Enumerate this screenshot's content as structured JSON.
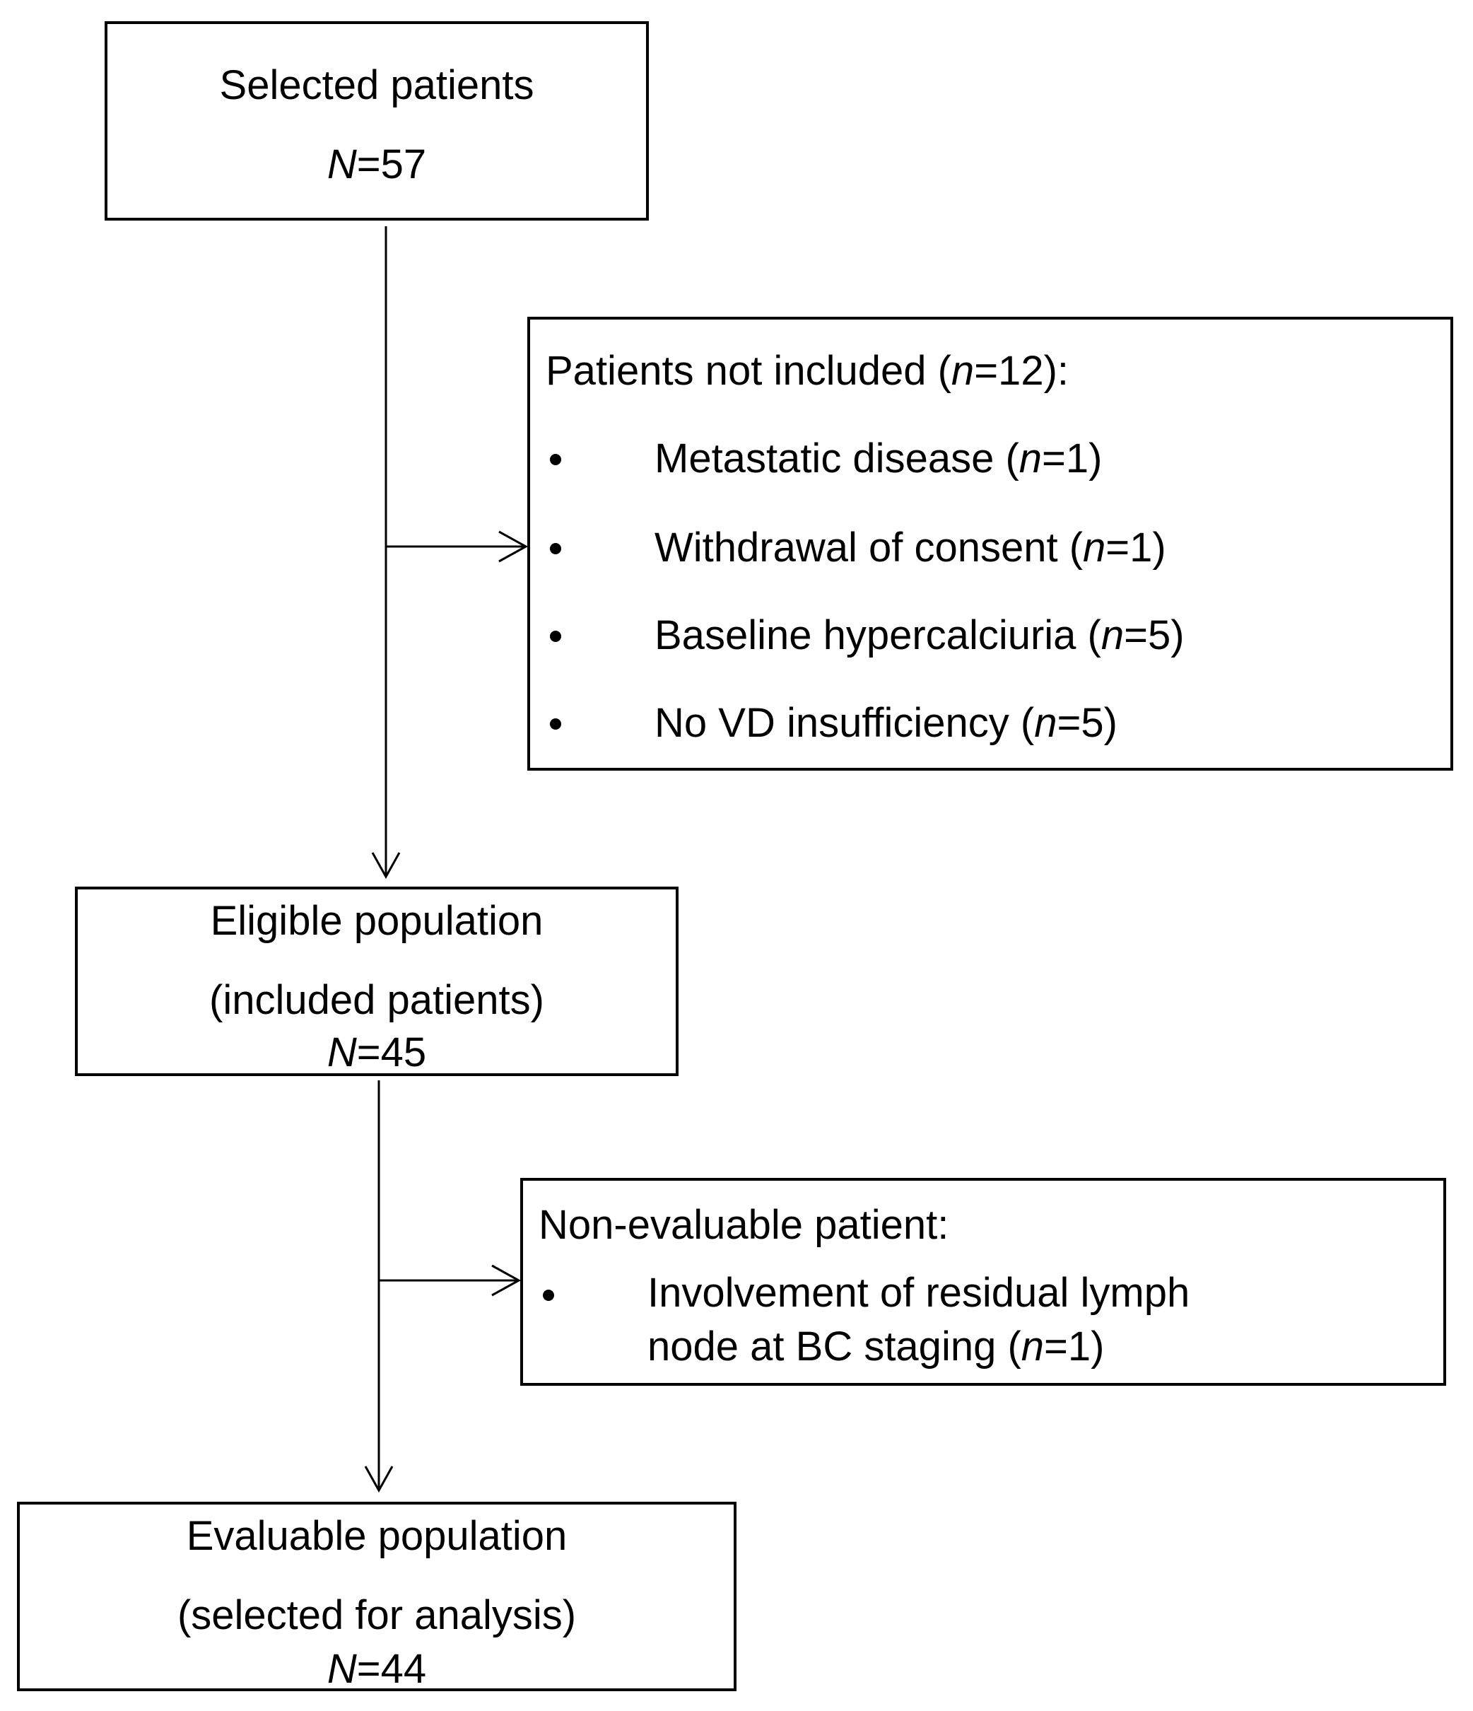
{
  "selected": {
    "title": "Selected patients",
    "n_symbol": "N",
    "n_value": "=57"
  },
  "not_included": {
    "heading_prefix": "Patients not included (",
    "heading_n": "n",
    "heading_suffix": "=12):",
    "items": [
      {
        "prefix": "Metastatic disease (",
        "n": "n",
        "suffix": "=1)"
      },
      {
        "prefix": "Withdrawal of consent (",
        "n": "n",
        "suffix": "=1)"
      },
      {
        "prefix": "Baseline hypercalciuria (",
        "n": "n",
        "suffix": "=5)"
      },
      {
        "prefix": "No VD insufficiency (",
        "n": "n",
        "suffix": "=5)"
      }
    ]
  },
  "eligible": {
    "line1": "Eligible population",
    "line2": "(included patients)",
    "n_symbol": "N",
    "n_value": "=45"
  },
  "non_evaluable": {
    "heading": "Non-evaluable patient:",
    "item_line1": "Involvement of residual lymph",
    "item_line2_prefix": "node at BC staging (",
    "item_n": "n",
    "item_line2_suffix": "=1)"
  },
  "evaluable": {
    "line1": "Evaluable population",
    "line2": "(selected for analysis)",
    "n_symbol": "N",
    "n_value": "=44"
  }
}
